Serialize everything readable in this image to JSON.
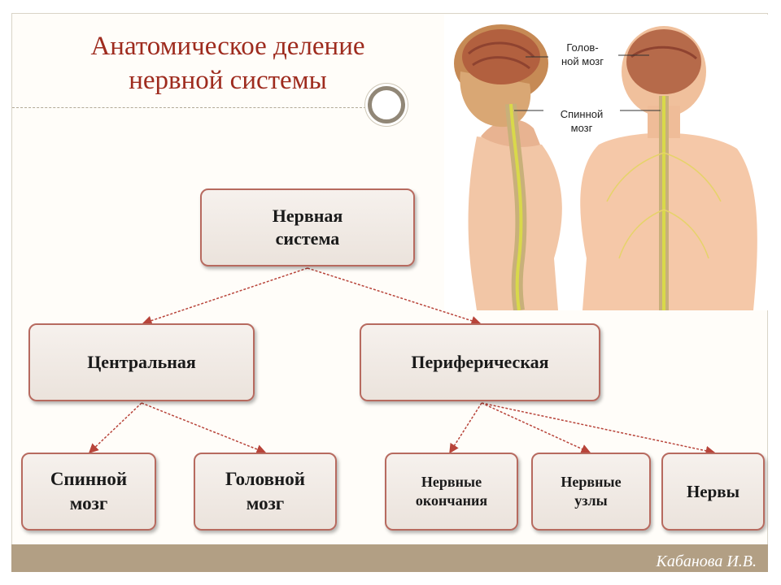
{
  "title": {
    "line1": "Анатомическое деление",
    "line2": "нервной системы"
  },
  "figure": {
    "label_brain": "Голов-\nной мозг",
    "label_spinal": "Спинной\nмозг"
  },
  "diagram": {
    "root": [
      "Нервная",
      "система"
    ],
    "central": "Центральная",
    "peripheral": "Периферическая",
    "central_children": [
      "Спинной\nмозг",
      "Головной\nмозг"
    ],
    "peripheral_children": [
      "Нервные\nокончания",
      "Нервные\nузлы",
      "Нервы"
    ]
  },
  "footer": {
    "author": "Кабанова И.В."
  },
  "colors": {
    "title": "#9e2b1e",
    "box_border": "#b76a5f",
    "arrow": "#b8443a",
    "footer": "#b29f84"
  },
  "icons": [
    "decorative-ring-icon"
  ]
}
